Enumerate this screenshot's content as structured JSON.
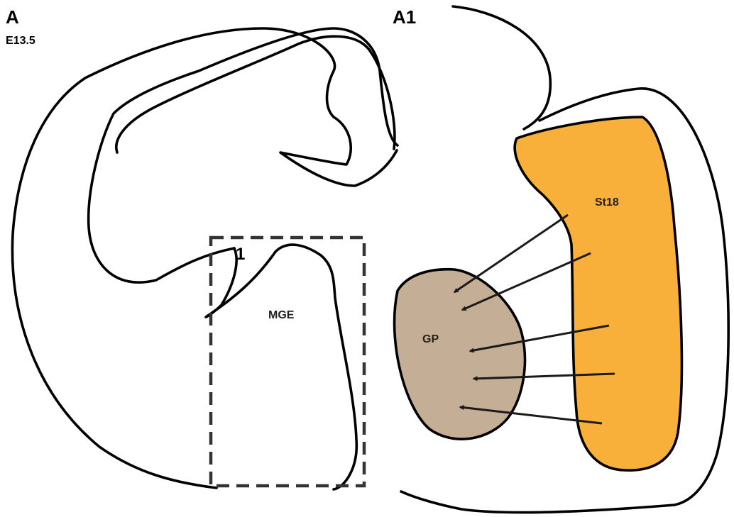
{
  "panels": {
    "left": {
      "label": "A",
      "stage": "E13.5",
      "box_label": "1",
      "region": "MGE"
    },
    "right": {
      "label": "A1",
      "region_gp": "GP",
      "region_st18": "St18"
    }
  },
  "colors": {
    "st18_fill": "#F9B03A",
    "gp_fill": "#C4AE96",
    "outline": "#000000",
    "dashed_box": "#333333"
  }
}
